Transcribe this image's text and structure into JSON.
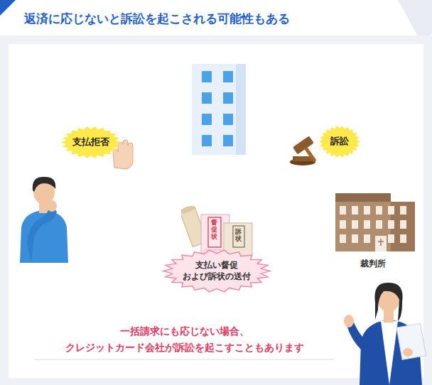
{
  "diagram": {
    "title": "返済に応じないと訴訟を起こされる可能性もある",
    "caption": "一括請求にも応じない場合、 クレジットカード会社が訴訟を起こすこともあります",
    "nodes": [
      {
        "text": []
      },
      {
        "text": []
      },
      {
        "text": [
          "裁判所"
        ]
      }
    ],
    "edges": [
      {
        "from": 0,
        "to": 1,
        "arrow": "to",
        "label": "支払拒否"
      },
      {
        "from": 1,
        "to": 2,
        "arrow": "to",
        "label": "訴訟"
      },
      {
        "from": 2,
        "to": 0,
        "arrow": "to",
        "label": "支払い督促 および訴状の送付"
      }
    ],
    "labels": [
      "督促状",
      "訴状"
    ]
  }
}
